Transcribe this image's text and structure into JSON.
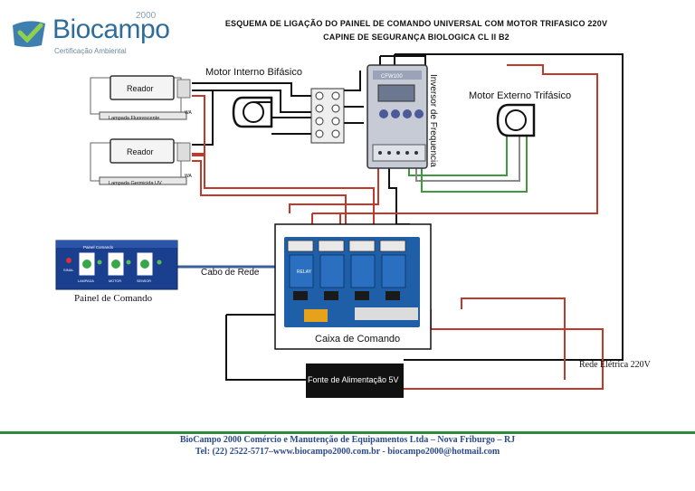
{
  "logo": {
    "name": "Biocampo",
    "year": "2000",
    "tagline": "Certificação Ambiental"
  },
  "title": {
    "line1": "ESQUEMA DE LIGAÇÃO DO PAINEL DE COMANDO UNIVERSAL COM MOTOR TRIFASICO 220V",
    "line2": "CAPINE DE SEGURANÇA BIOLOGICA CL II B2"
  },
  "readers": [
    {
      "label": "Reador",
      "lamp": "Lampada Fluorescente",
      "wattage": "WA"
    },
    {
      "label": "Reador",
      "lamp": "Lampada Germicida UV",
      "wattage": "WA"
    }
  ],
  "labels": {
    "motor_internal": "Motor Interno Bifásico",
    "motor_external": "Motor Externo Trifásico",
    "inverter": "Inversor de Frequencia",
    "network_cable": "Cabo de Rede",
    "panel": "Painel de Comando",
    "control_box": "Caixa de Comando",
    "power_supply": "Fonte de Alimentação 5V",
    "mains": "Rede Elétrica 220V"
  },
  "panel_screen": {
    "title": "Painel Comando",
    "buttons": [
      "LAMPADA",
      "MOTOR",
      "SENSOR"
    ],
    "led": "SINAL"
  },
  "inverter_brand": "CFW100",
  "relay_text": "RELAY",
  "colors": {
    "wire_red": "#c0392b",
    "wire_black": "#111111",
    "wire_green": "#3f9a3f",
    "wire_blue": "#3a5f9a",
    "board_blue": "#1f5fa8",
    "panel_blue": "#1b3f8f"
  },
  "footer": {
    "line1": "BioCampo 2000 Comércio e Manutenção de Equipamentos Ltda – Nova Friburgo – RJ",
    "line2": "Tel: (22) 2522-5717–www.biocampo2000.com.br - biocampo2000@hotmail.com"
  }
}
